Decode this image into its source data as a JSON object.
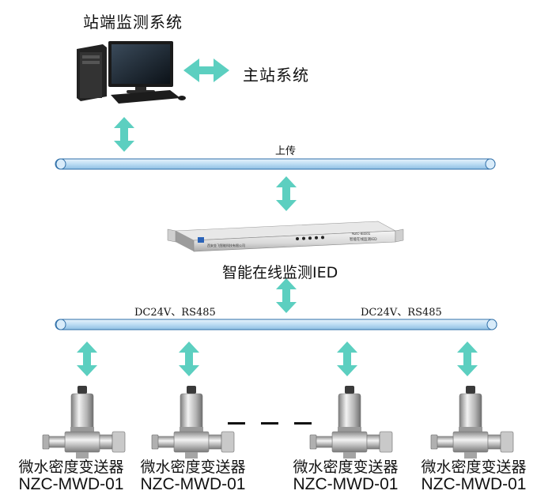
{
  "station": {
    "title": "站端监测系统"
  },
  "master": {
    "label": "主站系统"
  },
  "upload_bus": {
    "label": "上传"
  },
  "ied": {
    "label": "智能在线监测IED",
    "panel_model": "NZC-IED01",
    "panel_name": "智能在线监测IED",
    "panel_company": "西安金飞智能科技有限公司"
  },
  "field_bus": {
    "label_left": "DC24V、RS485",
    "label_right": "DC24V、RS485"
  },
  "devices": [
    {
      "name": "微水密度变送器",
      "model": "NZC-MWD-01"
    },
    {
      "name": "微水密度变送器",
      "model": "NZC-MWD-01"
    },
    {
      "name": "微水密度变送器",
      "model": "NZC-MWD-01"
    },
    {
      "name": "微水密度变送器",
      "model": "NZC-MWD-01"
    }
  ],
  "colors": {
    "arrow": "#5ccfc0",
    "bus_fill": "#cfe6f7",
    "bus_stroke": "#2f6fa8"
  }
}
